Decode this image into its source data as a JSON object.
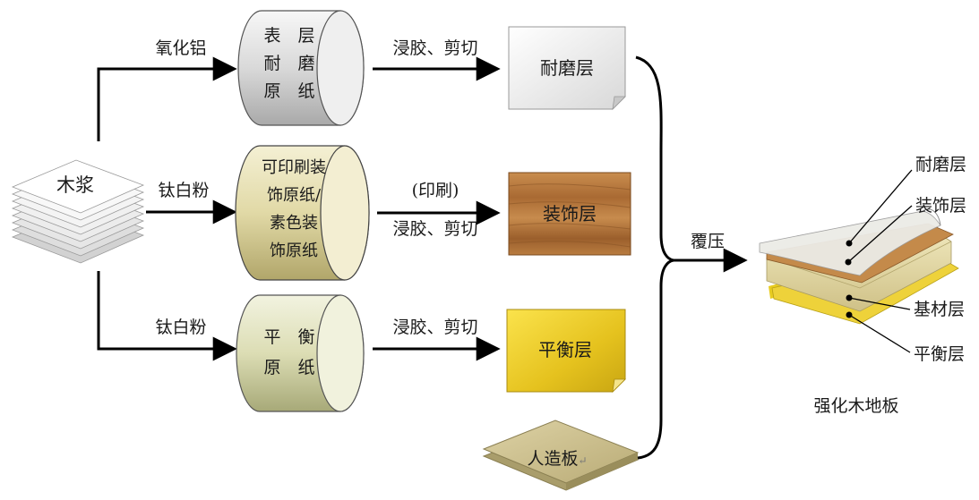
{
  "source": {
    "label": "木浆"
  },
  "branches": {
    "top": {
      "additive": "氧化铝",
      "roll_lines": [
        "表　层",
        "耐　磨",
        "原　纸"
      ],
      "process_lines": [
        "浸胶、剪切"
      ],
      "product": "耐磨层"
    },
    "middle": {
      "additive": "钛白粉",
      "roll_lines": [
        "可印刷装",
        "饰原纸/",
        "素色装",
        "饰原纸"
      ],
      "process_lines": [
        "(印刷)",
        "浸胶、剪切"
      ],
      "product": "装饰层"
    },
    "bottom": {
      "additive": "钛白粉",
      "roll_lines": [
        "平　衡",
        "原　纸"
      ],
      "process_lines": [
        "浸胶、剪切"
      ],
      "product": "平衡层"
    }
  },
  "board": {
    "label": "人造板",
    "mark": "↵"
  },
  "press": {
    "label": "覆压"
  },
  "result": {
    "caption": "强化木地板",
    "layers": [
      "耐磨层",
      "装饰层",
      "基材层",
      "平衡层"
    ]
  },
  "colors": {
    "arrow": "#000000",
    "roll_top": "#e4e4e4",
    "roll_middle": "#e3dcb0",
    "roll_bottom": "#e2e3c2",
    "sheet_white": "#f1f1f1",
    "wood": "#b87a3e",
    "balance": "#e7c623",
    "board": "#cbbf8e"
  }
}
